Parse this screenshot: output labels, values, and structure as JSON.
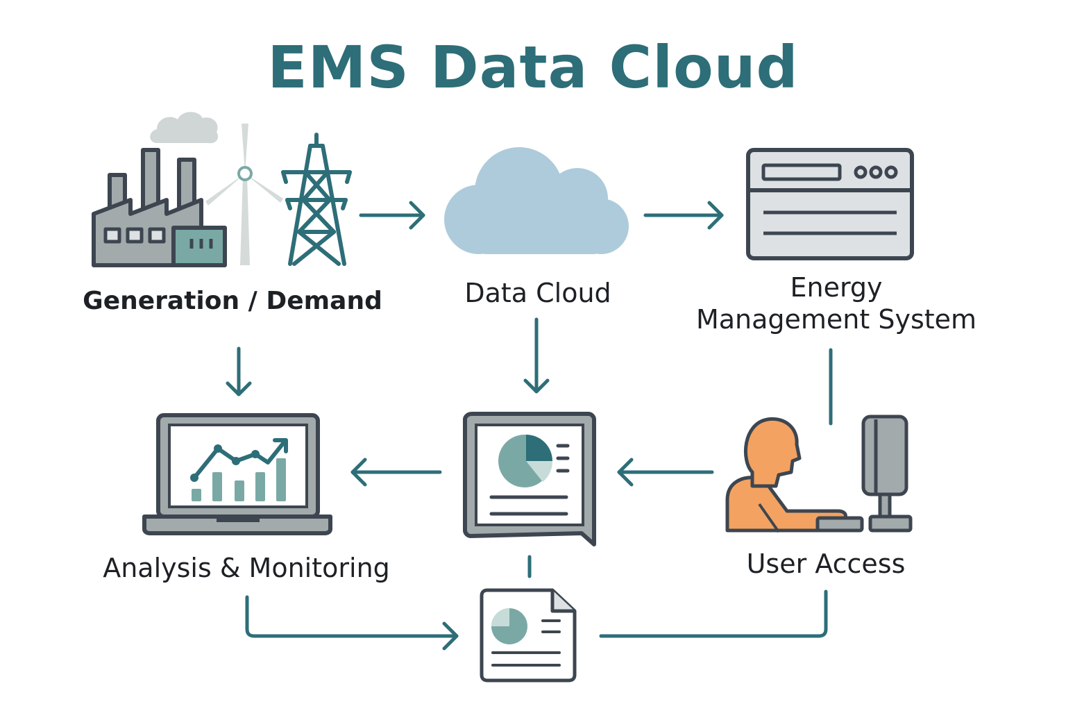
{
  "title": "EMS Data Cloud",
  "nodes": {
    "generation": {
      "label": "Generation / Demand"
    },
    "cloud": {
      "label": "Data Cloud"
    },
    "ems": {
      "label_line1": "Energy",
      "label_line2": "Management System"
    },
    "analysis": {
      "label": "Analysis & Monitoring"
    },
    "user": {
      "label": "User Access"
    }
  },
  "colors": {
    "teal": "#2d6e78",
    "teal_light": "#7aa9a5",
    "cloud_blue": "#adcbdb",
    "gray_dark": "#3d4650",
    "gray_fill": "#a3aaab",
    "panel_fill": "#dde1e3",
    "person_orange": "#f4a261"
  },
  "icons": [
    "factory-icon",
    "wind-turbine-icon",
    "transmission-tower-icon",
    "cloud-icon",
    "server-panel-icon",
    "laptop-chart-icon",
    "tablet-report-icon",
    "user-computer-icon",
    "document-report-icon"
  ]
}
